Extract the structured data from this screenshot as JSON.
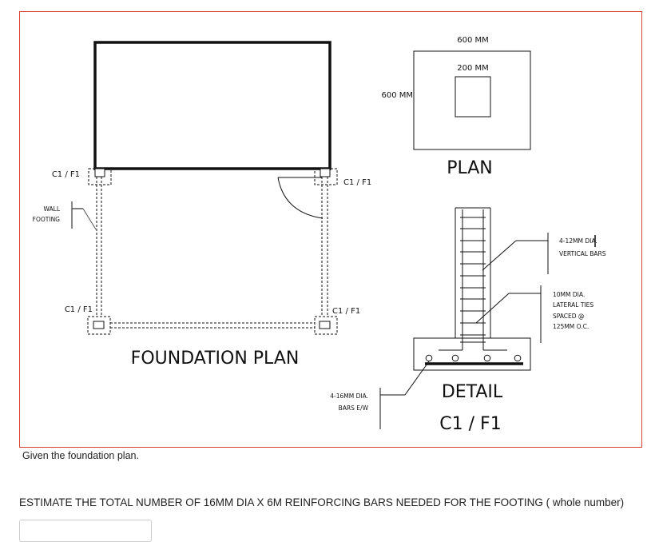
{
  "drawing": {
    "foundation_plan": {
      "title": "FOUNDATION PLAN",
      "column_labels": {
        "top_left": "C1 / F1",
        "top_right": "C1 / F1",
        "bottom_left": "C1 / F1",
        "bottom_right": "C1 / F1"
      },
      "wall_footing_label_line1": "WALL",
      "wall_footing_label_line2": "FOOTING"
    },
    "plan": {
      "title": "PLAN",
      "footing_width": "600 MM",
      "footing_length": "600 MM",
      "column_size": "200 MM"
    },
    "detail": {
      "title_line1": "DETAIL",
      "title_line2": "C1 / F1",
      "vertical_bars_line1": "4-12MM DIA.",
      "vertical_bars_line2": "VERTICAL BARS",
      "ties_line1": "10MM DIA.",
      "ties_line2": "LATERAL TIES",
      "ties_line3": "SPACED @",
      "ties_line4": "125MM O.C.",
      "footing_bars_line1": "4-16MM DIA.",
      "footing_bars_line2": "BARS E/W"
    },
    "colors": {
      "frame_border": "#d9402f",
      "line": "#111111"
    }
  },
  "caption": "Given the foundation plan.",
  "question": "ESTIMATE THE TOTAL NUMBER OF 16MM DIA X 6M REINFORCING BARS NEEDED FOR THE FOOTING ( whole number)",
  "answer_input": {
    "value": "",
    "placeholder": ""
  }
}
